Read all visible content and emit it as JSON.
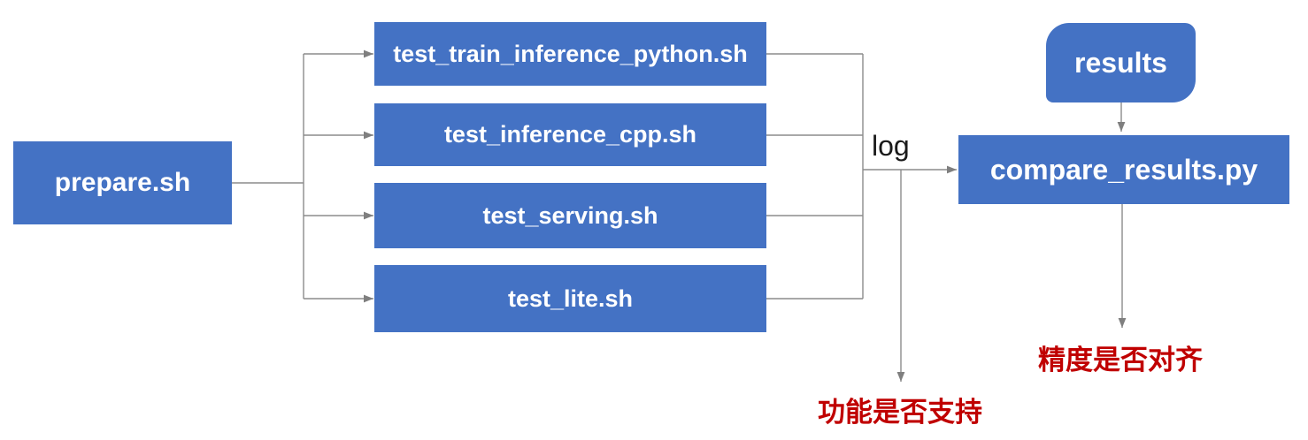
{
  "diagram": {
    "background_color": "#ffffff",
    "colors": {
      "node_fill": "#4472C4",
      "node_text": "#ffffff",
      "connector": "#7f7f7f",
      "annotation_text": "#C00000",
      "log_text": "#1a1a1a"
    },
    "nodes": [
      {
        "id": "prepare",
        "label": "prepare.sh",
        "shape": "rect"
      },
      {
        "id": "test_train_inference_python",
        "label": "test_train_inference_python.sh",
        "shape": "rect"
      },
      {
        "id": "test_inference_cpp",
        "label": "test_inference_cpp.sh",
        "shape": "rect"
      },
      {
        "id": "test_serving",
        "label": "test_serving.sh",
        "shape": "rect"
      },
      {
        "id": "test_lite",
        "label": "test_lite.sh",
        "shape": "rect"
      },
      {
        "id": "results",
        "label": "results",
        "shape": "round-diagonal-corner-rect"
      },
      {
        "id": "compare_results",
        "label": "compare_results.py",
        "shape": "rect"
      }
    ],
    "labels": {
      "log": "log",
      "function_support": "功能是否支持",
      "precision_align": "精度是否对齐"
    },
    "edges": [
      "prepare.sh -> test_train_inference_python.sh",
      "prepare.sh -> test_inference_cpp.sh",
      "prepare.sh -> test_serving.sh",
      "prepare.sh -> test_lite.sh",
      "test_*.sh (log) -> compare_results.py",
      "log -> 功能是否支持",
      "results -> compare_results.py",
      "compare_results.py -> 精度是否对齐"
    ]
  }
}
